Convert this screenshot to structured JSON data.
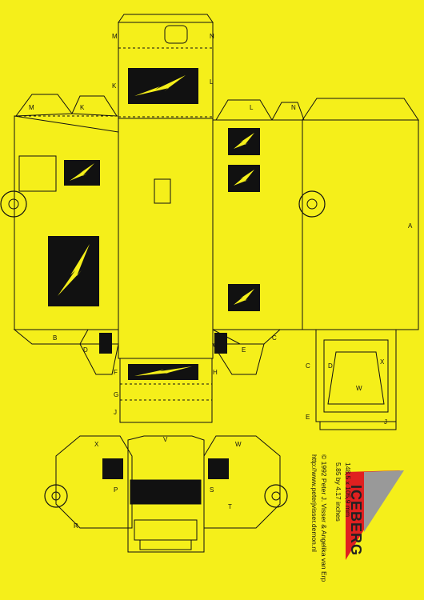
{
  "fold_labels": {
    "A": "A",
    "B": "B",
    "C": "C",
    "D": "D",
    "E": "E",
    "F": "F",
    "G": "G",
    "H": "H",
    "J": "J",
    "K": "K",
    "L": "L",
    "M": "M",
    "N": "N",
    "P": "P",
    "R": "R",
    "S": "S",
    "T": "T",
    "V": "V",
    "W": "W",
    "X": "X"
  },
  "credits": {
    "size_mm": "148,5 x 105,9 mm",
    "size_inches": "5.85 by 4.17 inches",
    "copyright": "© 1992 Peter J. Visser & Angelika van Erp",
    "url": "http://www.peterjvisser.demon.nl"
  },
  "brand": {
    "name": "ICEBERG",
    "colors": {
      "primary": "#e02020",
      "secondary": "#999999"
    }
  },
  "colors": {
    "paper": "#f5ef1a",
    "ink": "#111111",
    "decal": "#111111",
    "decal_bolt": "#f5ef1a"
  },
  "icons": {
    "bolt_decal": "lightning-bolt-icon",
    "wheel": "wheel-icon",
    "logo_badge": "brand-badge-icon"
  }
}
